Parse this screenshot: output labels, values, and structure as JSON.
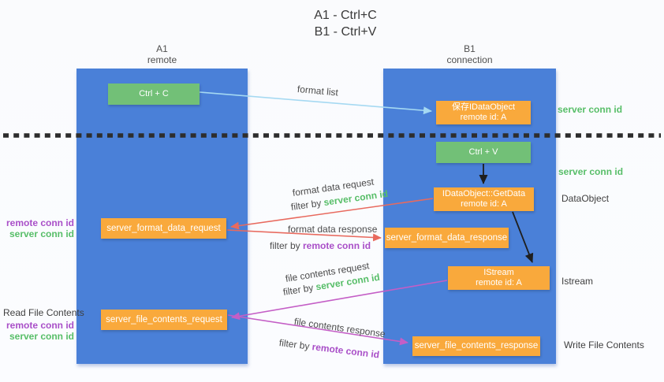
{
  "title": {
    "line1": "A1 - Ctrl+C",
    "line2": "B1 - Ctrl+V"
  },
  "lanes": {
    "left": {
      "id": "A1",
      "role": "remote"
    },
    "right": {
      "id": "B1",
      "role": "connection"
    }
  },
  "nodes": {
    "ctrl_c": {
      "label": "Ctrl + C"
    },
    "ctrl_v": {
      "label": "Ctrl + V"
    },
    "save_idataobject": {
      "line1": "保存IDataObject",
      "line2": "remote id: A"
    },
    "getdata": {
      "line1": "IDataObject::GetData",
      "line2": "remote id: A"
    },
    "istream": {
      "line1": "IStream",
      "line2": "remote id: A"
    },
    "format_request": {
      "label": "server_format_data_request"
    },
    "format_response": {
      "label": "server_format_data_response"
    },
    "file_request": {
      "label": "server_file_contents_request"
    },
    "file_response": {
      "label": "server_file_contents_response"
    }
  },
  "annotations": {
    "right": {
      "server_conn_id_top": "server conn id",
      "server_conn_id_mid": "server conn id",
      "dataobject": "DataObject",
      "istream": "Istream",
      "write_file_contents": "Write File Contents"
    },
    "left": {
      "remote_conn_id_1": "remote conn id",
      "server_conn_id_1": "server conn id",
      "read_file_contents": "Read File Contents",
      "remote_conn_id_2": "remote conn id",
      "server_conn_id_2": "server conn id"
    }
  },
  "flows": {
    "format_list": {
      "label": "format list"
    },
    "format_data_request": {
      "label": "format data request",
      "filter_prefix": "filter by ",
      "filter_key": "server conn id"
    },
    "format_data_response": {
      "label": "format data response",
      "filter_prefix": "filter by ",
      "filter_key": "remote conn id"
    },
    "file_contents_request": {
      "label": "file contents request",
      "filter_prefix": "filter by ",
      "filter_key": "server conn id"
    },
    "file_contents_response": {
      "label": "file contents response",
      "filter_prefix": "filter by ",
      "filter_key": "remote conn id"
    }
  },
  "colors": {
    "lane_blue": "#4a80d8",
    "node_orange": "#f9a93c",
    "node_green": "#72c077",
    "arrow_light_blue": "#a5d9f2",
    "arrow_red": "#e86a5e",
    "arrow_magenta": "#c45ec6",
    "arrow_black": "#1f1f1f",
    "text_green": "#57be68",
    "text_purple": "#a94fc8"
  }
}
